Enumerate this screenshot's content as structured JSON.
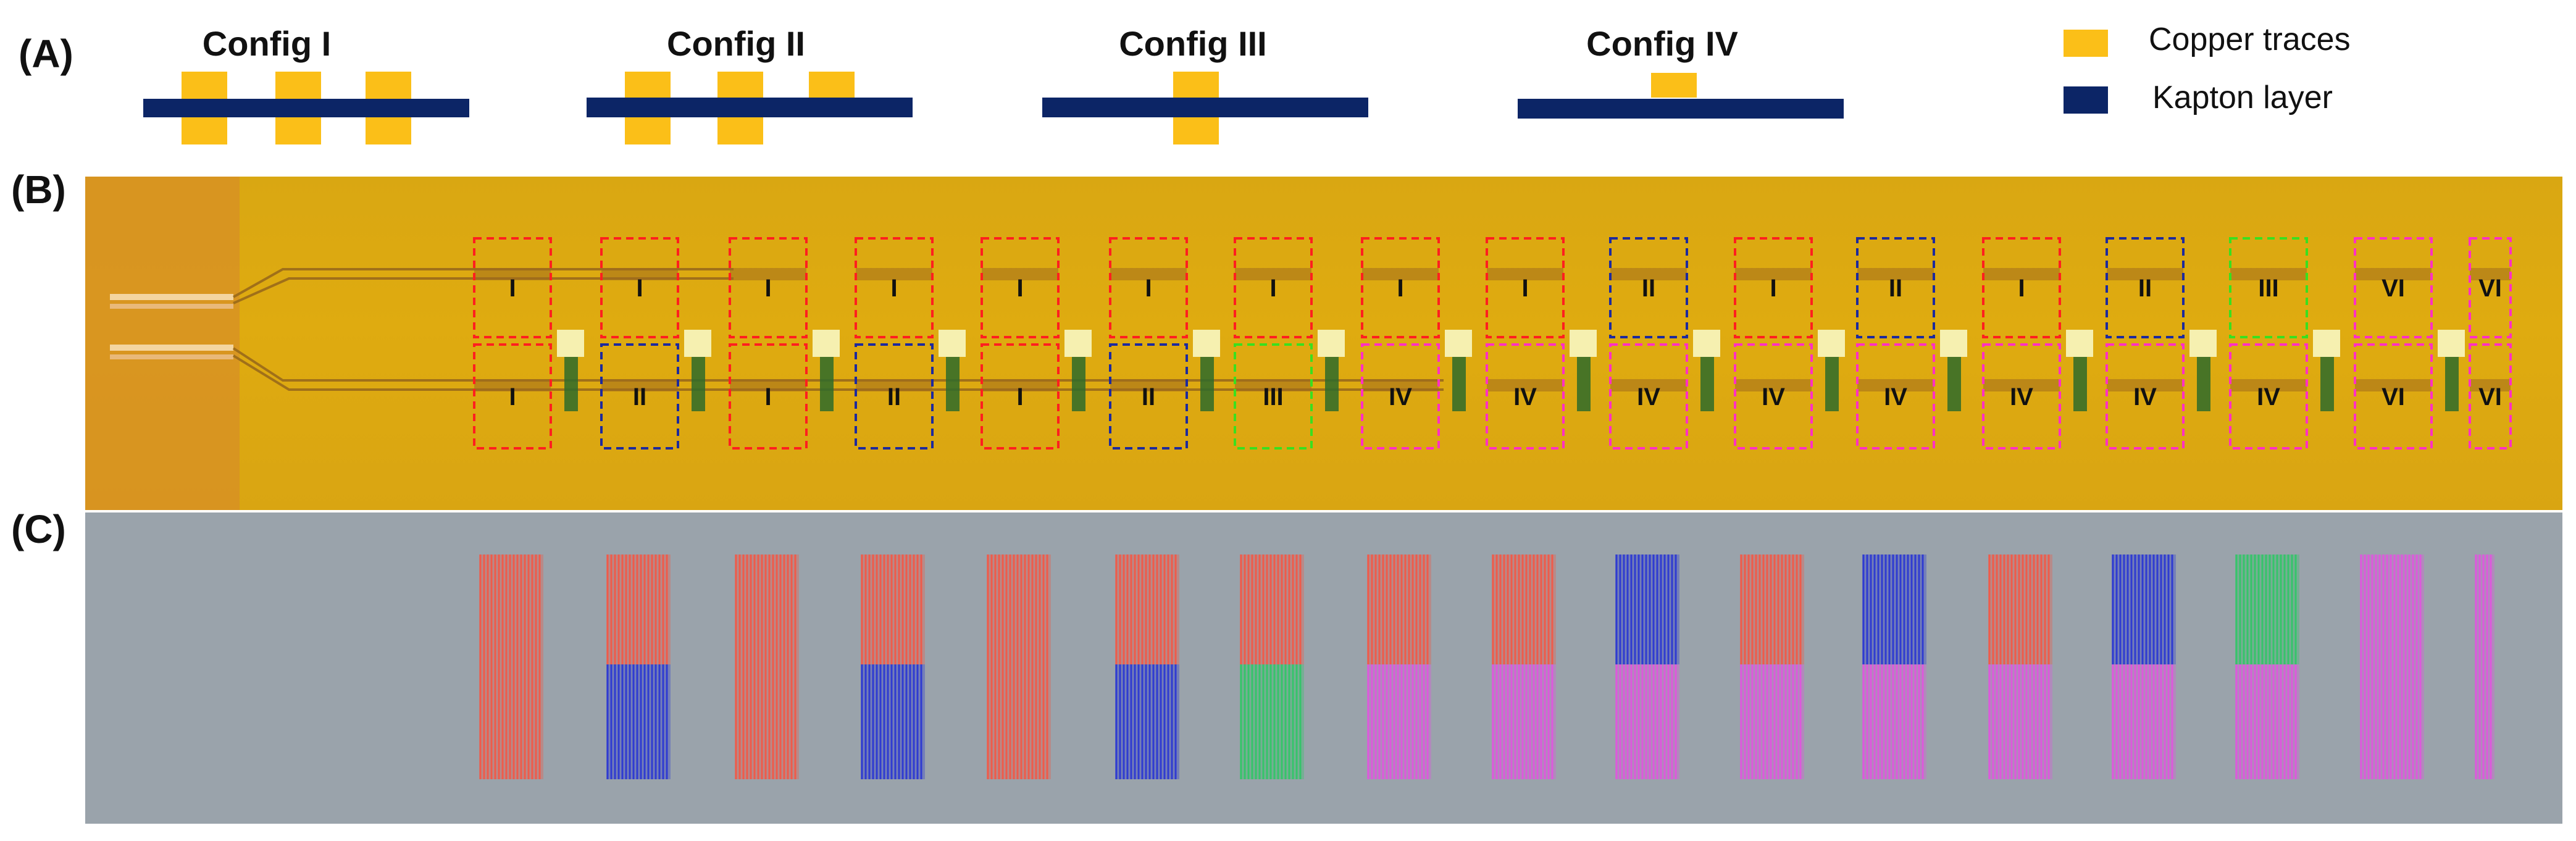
{
  "panels": {
    "a": "(A)",
    "b": "(B)",
    "c": "(C)"
  },
  "configs": [
    {
      "title": "Config I",
      "id": "config-i"
    },
    {
      "title": "Config II",
      "id": "config-ii"
    },
    {
      "title": "Config III",
      "id": "config-iii"
    },
    {
      "title": "Config IV",
      "id": "config-iv"
    }
  ],
  "legend": {
    "copper": {
      "label": "Copper traces",
      "color": "#fbbf18"
    },
    "kapton": {
      "label": "Kapton layer",
      "color": "#0c2566"
    }
  },
  "colors": {
    "I": "#ef5b4a",
    "II": "#2f3bd1",
    "III": "#36c46a",
    "IV": "#dd59dc",
    "VI": "#dd59dc",
    "box_I": "#ff1f1f",
    "box_II": "#1d2a9e",
    "box_III": "#39e01f",
    "box_IV": "#ff2fc4",
    "box_VI": "#ff2fc4"
  },
  "electrodes": [
    {
      "top": "I",
      "bottom": "I"
    },
    {
      "top": "I",
      "bottom": "II"
    },
    {
      "top": "I",
      "bottom": "I"
    },
    {
      "top": "I",
      "bottom": "II"
    },
    {
      "top": "I",
      "bottom": "I"
    },
    {
      "top": "I",
      "bottom": "II"
    },
    {
      "top": "I",
      "bottom": "III"
    },
    {
      "top": "I",
      "bottom": "IV"
    },
    {
      "top": "I",
      "bottom": "IV"
    },
    {
      "top": "II",
      "bottom": "IV"
    },
    {
      "top": "I",
      "bottom": "IV"
    },
    {
      "top": "II",
      "bottom": "IV"
    },
    {
      "top": "I",
      "bottom": "IV"
    },
    {
      "top": "II",
      "bottom": "IV"
    },
    {
      "top": "III",
      "bottom": "IV"
    },
    {
      "top": "VI",
      "bottom": "VI"
    },
    {
      "top": "VI",
      "bottom": "VI"
    }
  ],
  "sim_columns": [
    {
      "top": "I",
      "bottom": "I"
    },
    {
      "top": "I",
      "bottom": "II"
    },
    {
      "top": "I",
      "bottom": "I"
    },
    {
      "top": "I",
      "bottom": "II"
    },
    {
      "top": "I",
      "bottom": "I"
    },
    {
      "top": "I",
      "bottom": "II"
    },
    {
      "top": "I",
      "bottom": "III"
    },
    {
      "top": "I",
      "bottom": "IV"
    },
    {
      "top": "I",
      "bottom": "IV"
    },
    {
      "top": "II",
      "bottom": "IV"
    },
    {
      "top": "I",
      "bottom": "IV"
    },
    {
      "top": "II",
      "bottom": "IV"
    },
    {
      "top": "I",
      "bottom": "IV"
    },
    {
      "top": "II",
      "bottom": "IV"
    },
    {
      "top": "III",
      "bottom": "IV"
    },
    {
      "top": "IV",
      "bottom": "IV"
    },
    {
      "top": "IV",
      "bottom": "IV"
    }
  ]
}
